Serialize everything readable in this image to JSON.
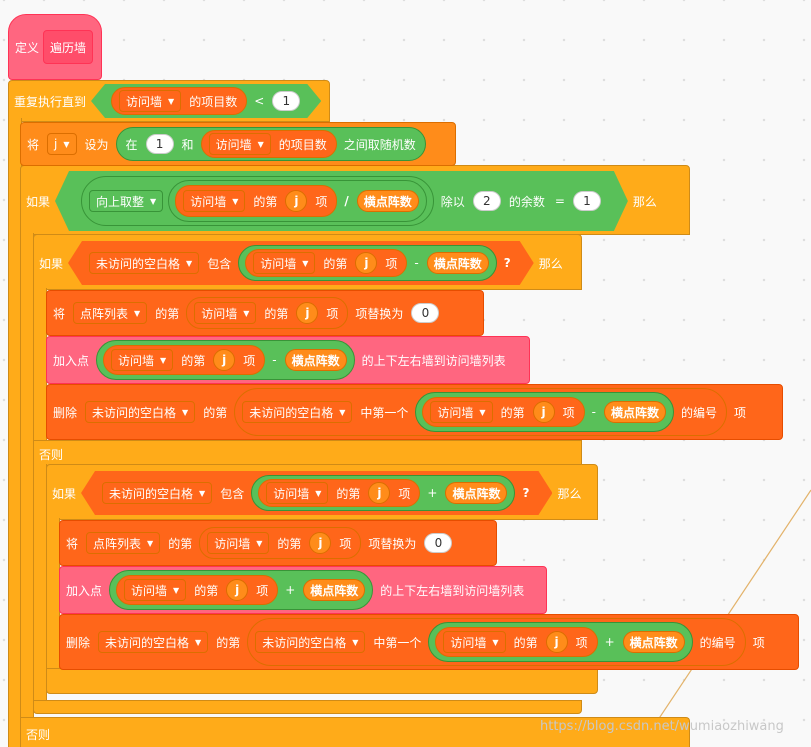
{
  "define": {
    "label": "定义",
    "name": "遍历墙"
  },
  "repeat_until": {
    "label": "重复执行直到",
    "list": "访问墙",
    "count": "的项目数",
    "op": "<",
    "value": "1"
  },
  "set_j": {
    "label": "将",
    "var": "j",
    "set": "设为",
    "in": "在",
    "min": "1",
    "and": "和",
    "list": "访问墙",
    "count": "的项目数",
    "tail": "之间取随机数"
  },
  "if1": {
    "label": "如果",
    "round": "向上取整",
    "list": "访问墙",
    "nth": "的第",
    "j": "j",
    "item": "项",
    "div": "/",
    "cols": "横点阵数",
    "mod": "除以",
    "two": "2",
    "rem": "的余数",
    "eq": "=",
    "one": "1",
    "then": "那么"
  },
  "if2": {
    "label": "如果",
    "list": "未访问的空白格",
    "contains": "包含",
    "wall": "访问墙",
    "nth": "的第",
    "j": "j",
    "item": "项",
    "minus": "-",
    "cols": "横点阵数",
    "q": "?",
    "then": "那么"
  },
  "replace1": {
    "label": "将",
    "list": "点阵列表",
    "nth": "的第",
    "wall": "访问墙",
    "nth2": "的第",
    "j": "j",
    "item": "项",
    "replace": "项替换为",
    "value": "0"
  },
  "addpt1": {
    "label": "加入点",
    "wall": "访问墙",
    "nth": "的第",
    "j": "j",
    "item": "项",
    "minus": "-",
    "cols": "横点阵数",
    "tail": "的上下左右墙到访问墙列表"
  },
  "delete1": {
    "label": "删除",
    "list": "未访问的空白格",
    "nth": "的第",
    "list2": "未访问的空白格",
    "first": "中第一个",
    "wall": "访问墙",
    "nth2": "的第",
    "j": "j",
    "item": "项",
    "minus": "-",
    "cols": "横点阵数",
    "index": "的编号",
    "item2": "项"
  },
  "else1": {
    "label": "否则"
  },
  "if3": {
    "label": "如果",
    "list": "未访问的空白格",
    "contains": "包含",
    "wall": "访问墙",
    "nth": "的第",
    "j": "j",
    "item": "项",
    "plus": "+",
    "cols": "横点阵数",
    "q": "?",
    "then": "那么"
  },
  "replace2": {
    "label": "将",
    "list": "点阵列表",
    "nth": "的第",
    "wall": "访问墙",
    "nth2": "的第",
    "j": "j",
    "item": "项",
    "replace": "项替换为",
    "value": "0"
  },
  "addpt2": {
    "label": "加入点",
    "wall": "访问墙",
    "nth": "的第",
    "j": "j",
    "item": "项",
    "plus": "+",
    "cols": "横点阵数",
    "tail": "的上下左右墙到访问墙列表"
  },
  "delete2": {
    "label": "删除",
    "list": "未访问的空白格",
    "nth": "的第",
    "list2": "未访问的空白格",
    "first": "中第一个",
    "wall": "访问墙",
    "nth2": "的第",
    "j": "j",
    "item": "项",
    "plus": "+",
    "cols": "横点阵数",
    "index": "的编号",
    "item2": "项"
  },
  "else2": {
    "label": "否则"
  },
  "watermark": "https://blog.csdn.net/wumiaozhiwang",
  "icons": {
    "dropdown": "dropdown-arrow-icon"
  },
  "colors": {
    "control": "#ffab19",
    "variable": "#ff8c1a",
    "list": "#ff661a",
    "operator": "#59c059",
    "custom": "#ff6680"
  }
}
